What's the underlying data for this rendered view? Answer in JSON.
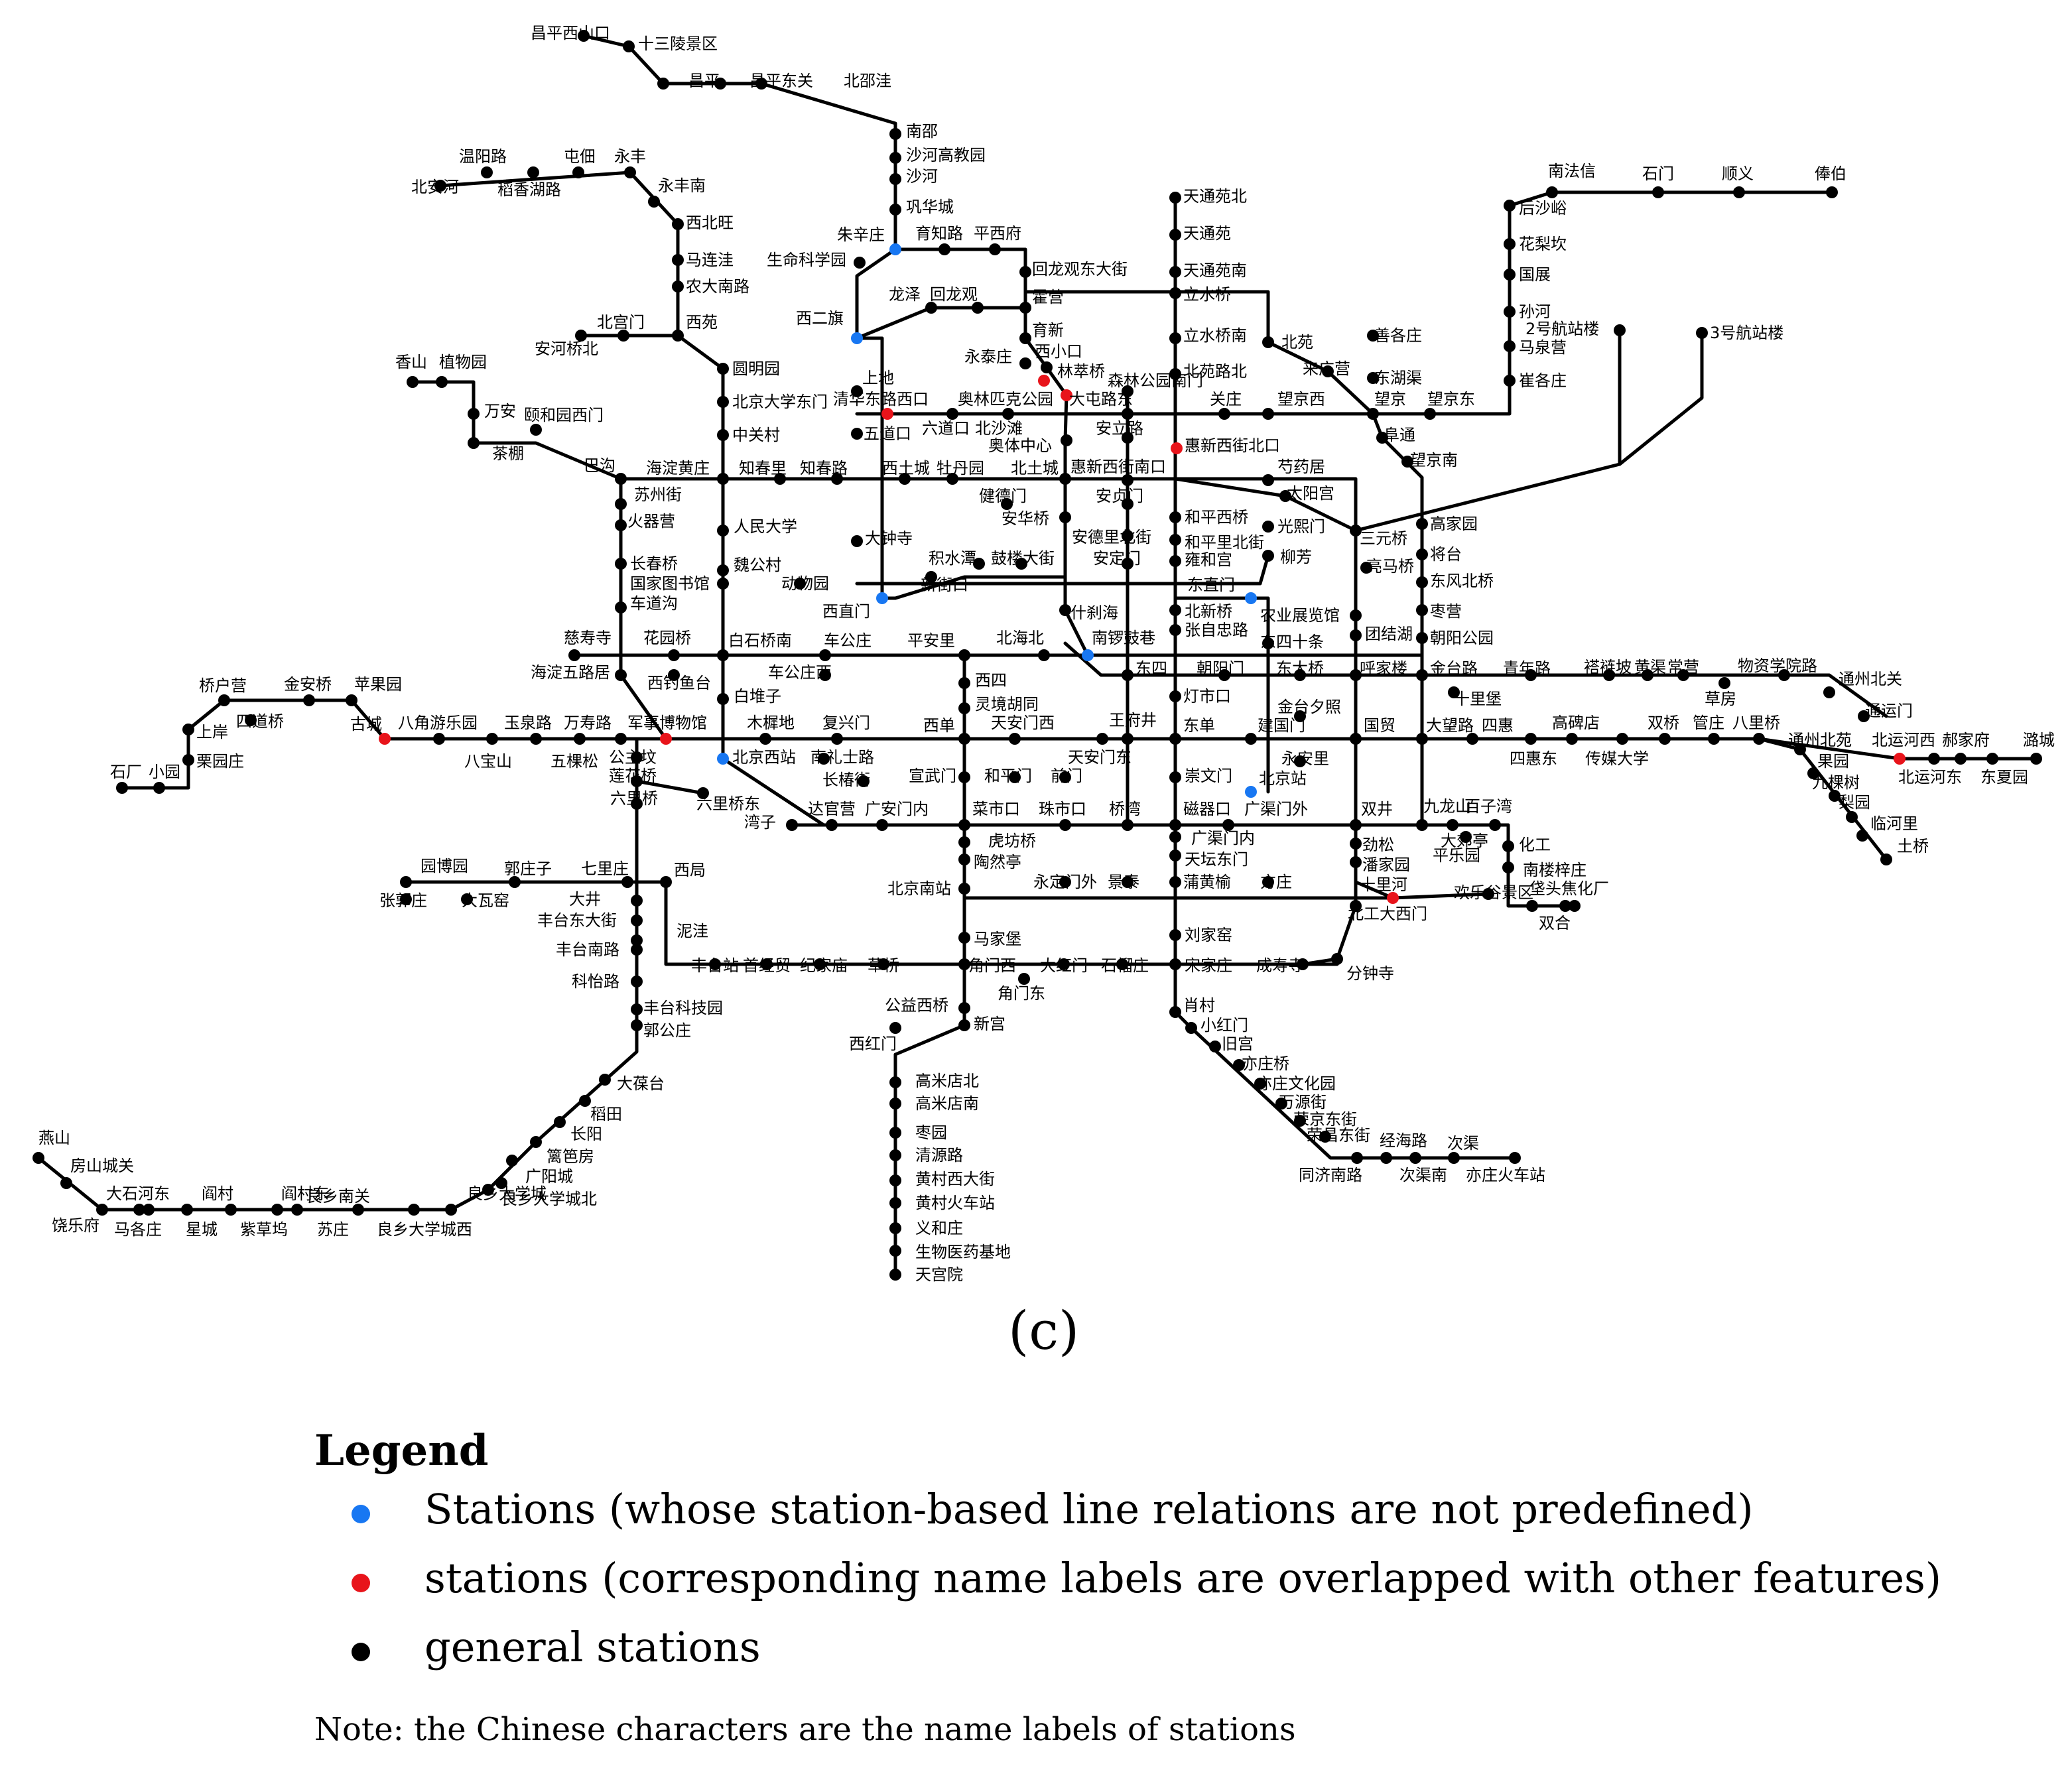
{
  "colors": {
    "blue": "#1877f2",
    "red": "#e8141b",
    "black": "#000000"
  },
  "caption": "(c)",
  "legend": {
    "title": "Legend",
    "items": [
      {
        "color": "blue",
        "text": "Stations (whose station-based line relations are not predefined)"
      },
      {
        "color": "red",
        "text": "stations (corresponding name labels are overlapped with other features)"
      },
      {
        "color": "black",
        "text": "general stations"
      }
    ]
  },
  "note": "Note: the Chinese characters are the name labels of stations",
  "map": {
    "stations": [
      {
        "n": "昌平西山口",
        "t": "black"
      },
      {
        "n": "十三陵景区",
        "t": "black"
      },
      {
        "n": "昌平",
        "t": "black"
      },
      {
        "n": "昌平东关",
        "t": "black"
      },
      {
        "n": "北邵洼",
        "t": "black"
      },
      {
        "n": "南邵",
        "t": "black"
      },
      {
        "n": "沙河高教园",
        "t": "black"
      },
      {
        "n": "沙河",
        "t": "black"
      },
      {
        "n": "巩华城",
        "t": "black"
      },
      {
        "n": "朱辛庄",
        "t": "blue"
      },
      {
        "n": "生命科学园",
        "t": "black"
      },
      {
        "n": "西二旗",
        "t": "blue"
      },
      {
        "n": "育知路",
        "t": "black"
      },
      {
        "n": "平西府",
        "t": "black"
      },
      {
        "n": "回龙观东大街",
        "t": "black"
      },
      {
        "n": "龙泽",
        "t": "black"
      },
      {
        "n": "回龙观",
        "t": "black"
      },
      {
        "n": "霍营",
        "t": "black"
      },
      {
        "n": "育新",
        "t": "black"
      },
      {
        "n": "西小口",
        "t": "black"
      },
      {
        "n": "永泰庄",
        "t": "black"
      },
      {
        "n": "林萃桥",
        "t": "red"
      },
      {
        "n": "森林公园南门",
        "t": "black"
      },
      {
        "n": "奥林匹克公园",
        "t": "red"
      },
      {
        "n": "上地",
        "t": "black"
      },
      {
        "n": "清华东路西口",
        "t": "red"
      },
      {
        "n": "五道口",
        "t": "black"
      },
      {
        "n": "六道口",
        "t": "black"
      },
      {
        "n": "北沙滩",
        "t": "black"
      },
      {
        "n": "奥体中心",
        "t": "black"
      },
      {
        "n": "大屯路东",
        "t": "black"
      },
      {
        "n": "安立路",
        "t": "black"
      },
      {
        "n": "天通苑北",
        "t": "black"
      },
      {
        "n": "天通苑",
        "t": "black"
      },
      {
        "n": "天通苑南",
        "t": "black"
      },
      {
        "n": "立水桥",
        "t": "black"
      },
      {
        "n": "立水桥南",
        "t": "black"
      },
      {
        "n": "北苑路北",
        "t": "black"
      },
      {
        "n": "北苑",
        "t": "black"
      },
      {
        "n": "关庄",
        "t": "black"
      },
      {
        "n": "望京西",
        "t": "black"
      },
      {
        "n": "来广营",
        "t": "black"
      },
      {
        "n": "善各庄",
        "t": "black"
      },
      {
        "n": "东湖渠",
        "t": "black"
      },
      {
        "n": "望京",
        "t": "black"
      },
      {
        "n": "望京东",
        "t": "black"
      },
      {
        "n": "阜通",
        "t": "black"
      },
      {
        "n": "望京南",
        "t": "black"
      },
      {
        "n": "惠新西街北口",
        "t": "red"
      },
      {
        "n": "惠新西街南口",
        "t": "black"
      },
      {
        "n": "芍药居",
        "t": "black"
      },
      {
        "n": "南法信",
        "t": "black"
      },
      {
        "n": "石门",
        "t": "black"
      },
      {
        "n": "顺义",
        "t": "black"
      },
      {
        "n": "俸伯",
        "t": "black"
      },
      {
        "n": "后沙峪",
        "t": "black"
      },
      {
        "n": "花梨坎",
        "t": "black"
      },
      {
        "n": "国展",
        "t": "black"
      },
      {
        "n": "孙河",
        "t": "black"
      },
      {
        "n": "马泉营",
        "t": "black"
      },
      {
        "n": "崔各庄",
        "t": "black"
      },
      {
        "n": "2号航站楼",
        "t": "black"
      },
      {
        "n": "3号航站楼",
        "t": "black"
      },
      {
        "n": "温阳路",
        "t": "black"
      },
      {
        "n": "稻香湖路",
        "t": "black"
      },
      {
        "n": "屯佃",
        "t": "black"
      },
      {
        "n": "永丰",
        "t": "black"
      },
      {
        "n": "北安河",
        "t": "black"
      },
      {
        "n": "永丰南",
        "t": "black"
      },
      {
        "n": "西北旺",
        "t": "black"
      },
      {
        "n": "马连洼",
        "t": "black"
      },
      {
        "n": "农大南路",
        "t": "black"
      },
      {
        "n": "西苑",
        "t": "black"
      },
      {
        "n": "北宫门",
        "t": "black"
      },
      {
        "n": "安河桥北",
        "t": "black"
      },
      {
        "n": "圆明园",
        "t": "black"
      },
      {
        "n": "北京大学东门",
        "t": "black"
      },
      {
        "n": "中关村",
        "t": "black"
      },
      {
        "n": "香山",
        "t": "black"
      },
      {
        "n": "植物园",
        "t": "black"
      },
      {
        "n": "万安",
        "t": "black"
      },
      {
        "n": "茶棚",
        "t": "black"
      },
      {
        "n": "颐和园西门",
        "t": "black"
      },
      {
        "n": "巴沟",
        "t": "black"
      },
      {
        "n": "海淀黄庄",
        "t": "black"
      },
      {
        "n": "知春里",
        "t": "black"
      },
      {
        "n": "知春路",
        "t": "black"
      },
      {
        "n": "西土城",
        "t": "black"
      },
      {
        "n": "牡丹园",
        "t": "black"
      },
      {
        "n": "健德门",
        "t": "black"
      },
      {
        "n": "北土城",
        "t": "black"
      },
      {
        "n": "安贞门",
        "t": "black"
      },
      {
        "n": "苏州街",
        "t": "black"
      },
      {
        "n": "火器营",
        "t": "black"
      },
      {
        "n": "人民大学",
        "t": "black"
      },
      {
        "n": "大钟寺",
        "t": "black"
      },
      {
        "n": "安华桥",
        "t": "black"
      },
      {
        "n": "和平西桥",
        "t": "black"
      },
      {
        "n": "太阳宫",
        "t": "black"
      },
      {
        "n": "光熙门",
        "t": "black"
      },
      {
        "n": "三元桥",
        "t": "black"
      },
      {
        "n": "高家园",
        "t": "black"
      },
      {
        "n": "将台",
        "t": "black"
      },
      {
        "n": "亮马桥",
        "t": "black"
      },
      {
        "n": "东风北桥",
        "t": "black"
      },
      {
        "n": "长春桥",
        "t": "black"
      },
      {
        "n": "国家图书馆",
        "t": "black"
      },
      {
        "n": "车道沟",
        "t": "black"
      },
      {
        "n": "魏公村",
        "t": "black"
      },
      {
        "n": "动物园",
        "t": "black"
      },
      {
        "n": "积水潭",
        "t": "black"
      },
      {
        "n": "鼓楼大街",
        "t": "black"
      },
      {
        "n": "安德里北街",
        "t": "black"
      },
      {
        "n": "安定门",
        "t": "black"
      },
      {
        "n": "和平里北街",
        "t": "black"
      },
      {
        "n": "雍和宫",
        "t": "black"
      },
      {
        "n": "柳芳",
        "t": "black"
      },
      {
        "n": "新街口",
        "t": "black"
      },
      {
        "n": "西直门",
        "t": "blue"
      },
      {
        "n": "东直门",
        "t": "blue"
      },
      {
        "n": "什刹海",
        "t": "black"
      },
      {
        "n": "北新桥",
        "t": "black"
      },
      {
        "n": "张自忠路",
        "t": "black"
      },
      {
        "n": "农业展览馆",
        "t": "black"
      },
      {
        "n": "团结湖",
        "t": "black"
      },
      {
        "n": "枣营",
        "t": "black"
      },
      {
        "n": "朝阳公园",
        "t": "black"
      },
      {
        "n": "慈寿寺",
        "t": "black"
      },
      {
        "n": "花园桥",
        "t": "black"
      },
      {
        "n": "白石桥南",
        "t": "black"
      },
      {
        "n": "车公庄",
        "t": "black"
      },
      {
        "n": "平安里",
        "t": "black"
      },
      {
        "n": "北海北",
        "t": "black"
      },
      {
        "n": "南锣鼓巷",
        "t": "blue"
      },
      {
        "n": "东四十条",
        "t": "black"
      },
      {
        "n": "海淀五路居",
        "t": "black"
      },
      {
        "n": "西钓鱼台",
        "t": "black"
      },
      {
        "n": "车公庄西",
        "t": "black"
      },
      {
        "n": "东四",
        "t": "black"
      },
      {
        "n": "朝阳门",
        "t": "black"
      },
      {
        "n": "东大桥",
        "t": "black"
      },
      {
        "n": "呼家楼",
        "t": "black"
      },
      {
        "n": "金台路",
        "t": "black"
      },
      {
        "n": "十里堡",
        "t": "black"
      },
      {
        "n": "青年路",
        "t": "black"
      },
      {
        "n": "褡裢坡",
        "t": "black"
      },
      {
        "n": "黄渠",
        "t": "black"
      },
      {
        "n": "常营",
        "t": "black"
      },
      {
        "n": "草房",
        "t": "black"
      },
      {
        "n": "物资学院路",
        "t": "black"
      },
      {
        "n": "通州北关",
        "t": "black"
      },
      {
        "n": "通运门",
        "t": "black"
      },
      {
        "n": "桥户营",
        "t": "black"
      },
      {
        "n": "金安桥",
        "t": "black"
      },
      {
        "n": "苹果园",
        "t": "black"
      },
      {
        "n": "四道桥",
        "t": "black"
      },
      {
        "n": "上岸",
        "t": "black"
      },
      {
        "n": "栗园庄",
        "t": "black"
      },
      {
        "n": "石厂",
        "t": "black"
      },
      {
        "n": "小园",
        "t": "black"
      },
      {
        "n": "古城",
        "t": "red"
      },
      {
        "n": "八角游乐园",
        "t": "black"
      },
      {
        "n": "八宝山",
        "t": "black"
      },
      {
        "n": "玉泉路",
        "t": "black"
      },
      {
        "n": "五棵松",
        "t": "black"
      },
      {
        "n": "万寿路",
        "t": "black"
      },
      {
        "n": "公主坟",
        "t": "black"
      },
      {
        "n": "军事博物馆",
        "t": "red"
      },
      {
        "n": "白堆子",
        "t": "black"
      },
      {
        "n": "木樨地",
        "t": "black"
      },
      {
        "n": "复兴门",
        "t": "black"
      },
      {
        "n": "西四",
        "t": "black"
      },
      {
        "n": "灵境胡同",
        "t": "black"
      },
      {
        "n": "西单",
        "t": "black"
      },
      {
        "n": "天安门西",
        "t": "black"
      },
      {
        "n": "天安门东",
        "t": "black"
      },
      {
        "n": "王府井",
        "t": "black"
      },
      {
        "n": "灯市口",
        "t": "black"
      },
      {
        "n": "东单",
        "t": "black"
      },
      {
        "n": "建国门",
        "t": "black"
      },
      {
        "n": "金台夕照",
        "t": "black"
      },
      {
        "n": "国贸",
        "t": "black"
      },
      {
        "n": "大望路",
        "t": "black"
      },
      {
        "n": "四惠",
        "t": "black"
      },
      {
        "n": "四惠东",
        "t": "black"
      },
      {
        "n": "高碑店",
        "t": "black"
      },
      {
        "n": "传媒大学",
        "t": "black"
      },
      {
        "n": "双桥",
        "t": "black"
      },
      {
        "n": "管庄",
        "t": "black"
      },
      {
        "n": "八里桥",
        "t": "black"
      },
      {
        "n": "通州北苑",
        "t": "black"
      },
      {
        "n": "果园",
        "t": "black"
      },
      {
        "n": "九棵树",
        "t": "black"
      },
      {
        "n": "梨园",
        "t": "black"
      },
      {
        "n": "临河里",
        "t": "black"
      },
      {
        "n": "土桥",
        "t": "black"
      },
      {
        "n": "北运河西",
        "t": "red"
      },
      {
        "n": "郝家府",
        "t": "black"
      },
      {
        "n": "潞城",
        "t": "black"
      },
      {
        "n": "北运河东",
        "t": "black"
      },
      {
        "n": "东夏园",
        "t": "black"
      },
      {
        "n": "莲花桥",
        "t": "black"
      },
      {
        "n": "六里桥",
        "t": "black"
      },
      {
        "n": "北京西站",
        "t": "blue"
      },
      {
        "n": "南礼士路",
        "t": "black"
      },
      {
        "n": "长椿街",
        "t": "black"
      },
      {
        "n": "宣武门",
        "t": "black"
      },
      {
        "n": "和平门",
        "t": "black"
      },
      {
        "n": "前门",
        "t": "black"
      },
      {
        "n": "崇文门",
        "t": "black"
      },
      {
        "n": "北京站",
        "t": "blue"
      },
      {
        "n": "永安里",
        "t": "black"
      },
      {
        "n": "六里桥东",
        "t": "black"
      },
      {
        "n": "湾子",
        "t": "black"
      },
      {
        "n": "达官营",
        "t": "black"
      },
      {
        "n": "广安门内",
        "t": "black"
      },
      {
        "n": "菜市口",
        "t": "black"
      },
      {
        "n": "珠市口",
        "t": "black"
      },
      {
        "n": "桥湾",
        "t": "black"
      },
      {
        "n": "磁器口",
        "t": "black"
      },
      {
        "n": "广渠门外",
        "t": "black"
      },
      {
        "n": "双井",
        "t": "black"
      },
      {
        "n": "九龙山",
        "t": "black"
      },
      {
        "n": "百子湾",
        "t": "black"
      },
      {
        "n": "大郊亭",
        "t": "black"
      },
      {
        "n": "化工",
        "t": "black"
      },
      {
        "n": "平乐园",
        "t": "black"
      },
      {
        "n": "南楼梓庄",
        "t": "black"
      },
      {
        "n": "欢乐谷景区",
        "t": "black"
      },
      {
        "n": "垡头",
        "t": "black"
      },
      {
        "n": "焦化厂",
        "t": "black"
      },
      {
        "n": "双合",
        "t": "black"
      },
      {
        "n": "广渠门内",
        "t": "black"
      },
      {
        "n": "天坛东门",
        "t": "black"
      },
      {
        "n": "虎坊桥",
        "t": "black"
      },
      {
        "n": "陶然亭",
        "t": "black"
      },
      {
        "n": "劲松",
        "t": "black"
      },
      {
        "n": "潘家园",
        "t": "black"
      },
      {
        "n": "十里河",
        "t": "red"
      },
      {
        "n": "北工大西门",
        "t": "black"
      },
      {
        "n": "园博园",
        "t": "black"
      },
      {
        "n": "郭庄子",
        "t": "black"
      },
      {
        "n": "七里庄",
        "t": "black"
      },
      {
        "n": "张郭庄",
        "t": "black"
      },
      {
        "n": "大瓦窑",
        "t": "black"
      },
      {
        "n": "大井",
        "t": "black"
      },
      {
        "n": "西局",
        "t": "black"
      },
      {
        "n": "丰台东大街",
        "t": "black"
      },
      {
        "n": "北京南站",
        "t": "black"
      },
      {
        "n": "永定门外",
        "t": "black"
      },
      {
        "n": "景泰",
        "t": "black"
      },
      {
        "n": "蒲黄榆",
        "t": "black"
      },
      {
        "n": "方庄",
        "t": "black"
      },
      {
        "n": "泥洼",
        "t": "black"
      },
      {
        "n": "丰台南路",
        "t": "black"
      },
      {
        "n": "马家堡",
        "t": "black"
      },
      {
        "n": "刘家窑",
        "t": "black"
      },
      {
        "n": "科怡路",
        "t": "black"
      },
      {
        "n": "丰台站",
        "t": "black"
      },
      {
        "n": "首经贸",
        "t": "black"
      },
      {
        "n": "纪家庙",
        "t": "black"
      },
      {
        "n": "草桥",
        "t": "black"
      },
      {
        "n": "角门西",
        "t": "black"
      },
      {
        "n": "大红门",
        "t": "black"
      },
      {
        "n": "石榴庄",
        "t": "black"
      },
      {
        "n": "宋家庄",
        "t": "black"
      },
      {
        "n": "成寿寺",
        "t": "black"
      },
      {
        "n": "分钟寺",
        "t": "black"
      },
      {
        "n": "角门东",
        "t": "black"
      },
      {
        "n": "丰台科技园",
        "t": "black"
      },
      {
        "n": "郭公庄",
        "t": "black"
      },
      {
        "n": "公益西桥",
        "t": "black"
      },
      {
        "n": "新宫",
        "t": "black"
      },
      {
        "n": "西红门",
        "t": "black"
      },
      {
        "n": "肖村",
        "t": "black"
      },
      {
        "n": "小红门",
        "t": "black"
      },
      {
        "n": "旧宫",
        "t": "black"
      },
      {
        "n": "亦庄桥",
        "t": "black"
      },
      {
        "n": "亦庄文化园",
        "t": "black"
      },
      {
        "n": "万源街",
        "t": "black"
      },
      {
        "n": "荣京东街",
        "t": "black"
      },
      {
        "n": "荣昌东街",
        "t": "black"
      },
      {
        "n": "同济南路",
        "t": "black"
      },
      {
        "n": "经海路",
        "t": "black"
      },
      {
        "n": "次渠南",
        "t": "black"
      },
      {
        "n": "次渠",
        "t": "black"
      },
      {
        "n": "亦庄火车站",
        "t": "black"
      },
      {
        "n": "高米店北",
        "t": "black"
      },
      {
        "n": "高米店南",
        "t": "black"
      },
      {
        "n": "枣园",
        "t": "black"
      },
      {
        "n": "清源路",
        "t": "black"
      },
      {
        "n": "黄村西大街",
        "t": "black"
      },
      {
        "n": "黄村火车站",
        "t": "black"
      },
      {
        "n": "义和庄",
        "t": "black"
      },
      {
        "n": "生物医药基地",
        "t": "black"
      },
      {
        "n": "天宫院",
        "t": "black"
      },
      {
        "n": "大葆台",
        "t": "black"
      },
      {
        "n": "稻田",
        "t": "black"
      },
      {
        "n": "长阳",
        "t": "black"
      },
      {
        "n": "篱笆房",
        "t": "black"
      },
      {
        "n": "广阳城",
        "t": "black"
      },
      {
        "n": "良乡大学城北",
        "t": "black"
      },
      {
        "n": "良乡大学城",
        "t": "black"
      },
      {
        "n": "良乡大学城西",
        "t": "black"
      },
      {
        "n": "良乡南关",
        "t": "black"
      },
      {
        "n": "苏庄",
        "t": "black"
      },
      {
        "n": "阎村东",
        "t": "black"
      },
      {
        "n": "紫草坞",
        "t": "black"
      },
      {
        "n": "阎村",
        "t": "black"
      },
      {
        "n": "星城",
        "t": "black"
      },
      {
        "n": "大石河东",
        "t": "black"
      },
      {
        "n": "马各庄",
        "t": "black"
      },
      {
        "n": "饶乐府",
        "t": "black"
      },
      {
        "n": "房山城关",
        "t": "black"
      },
      {
        "n": "燕山",
        "t": "black"
      }
    ]
  }
}
